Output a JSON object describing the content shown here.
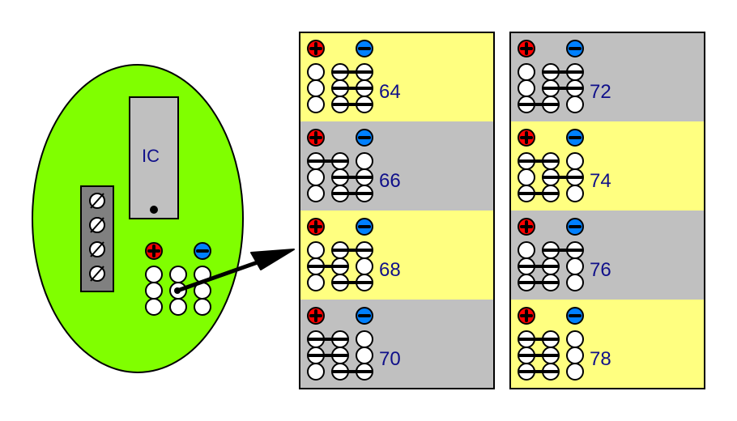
{
  "colors": {
    "board": "#80ff00",
    "ic_body": "#c0c0c0",
    "terminal_block": "#808080",
    "panel_yellow": "#ffff80",
    "panel_gray": "#c0c0c0",
    "plus": "#ff0000",
    "minus": "#0080ff",
    "label_text": "#10108a"
  },
  "board": {
    "ic_label": "IC",
    "terminal_screws": 4,
    "header_pin_rows": 3,
    "header_pin_cols": 3,
    "plus_icon": "plus-terminal-icon",
    "minus_icon": "minus-terminal-icon"
  },
  "panels": [
    {
      "label": "64",
      "background": "yellow",
      "column": 0,
      "row": 0,
      "jumpers": [
        [
          0,
          "23"
        ],
        [
          1,
          "23"
        ],
        [
          2,
          "23"
        ]
      ]
    },
    {
      "label": "66",
      "background": "gray",
      "column": 0,
      "row": 1,
      "jumpers": [
        [
          0,
          "12"
        ],
        [
          1,
          "23"
        ],
        [
          2,
          "23"
        ]
      ]
    },
    {
      "label": "68",
      "background": "yellow",
      "column": 0,
      "row": 2,
      "jumpers": [
        [
          0,
          "23"
        ],
        [
          1,
          "12"
        ],
        [
          2,
          "23"
        ]
      ]
    },
    {
      "label": "70",
      "background": "gray",
      "column": 0,
      "row": 3,
      "jumpers": [
        [
          0,
          "12"
        ],
        [
          1,
          "12"
        ],
        [
          2,
          "23"
        ]
      ]
    },
    {
      "label": "72",
      "background": "gray",
      "column": 1,
      "row": 0,
      "jumpers": [
        [
          0,
          "23"
        ],
        [
          1,
          "23"
        ],
        [
          2,
          "12"
        ]
      ]
    },
    {
      "label": "74",
      "background": "yellow",
      "column": 1,
      "row": 1,
      "jumpers": [
        [
          0,
          "12"
        ],
        [
          1,
          "23"
        ],
        [
          2,
          "12"
        ]
      ]
    },
    {
      "label": "76",
      "background": "gray",
      "column": 1,
      "row": 2,
      "jumpers": [
        [
          0,
          "23"
        ],
        [
          1,
          "12"
        ],
        [
          2,
          "12"
        ]
      ]
    },
    {
      "label": "78",
      "background": "yellow",
      "column": 1,
      "row": 3,
      "jumpers": [
        [
          0,
          "12"
        ],
        [
          1,
          "12"
        ],
        [
          2,
          "12"
        ]
      ]
    }
  ]
}
